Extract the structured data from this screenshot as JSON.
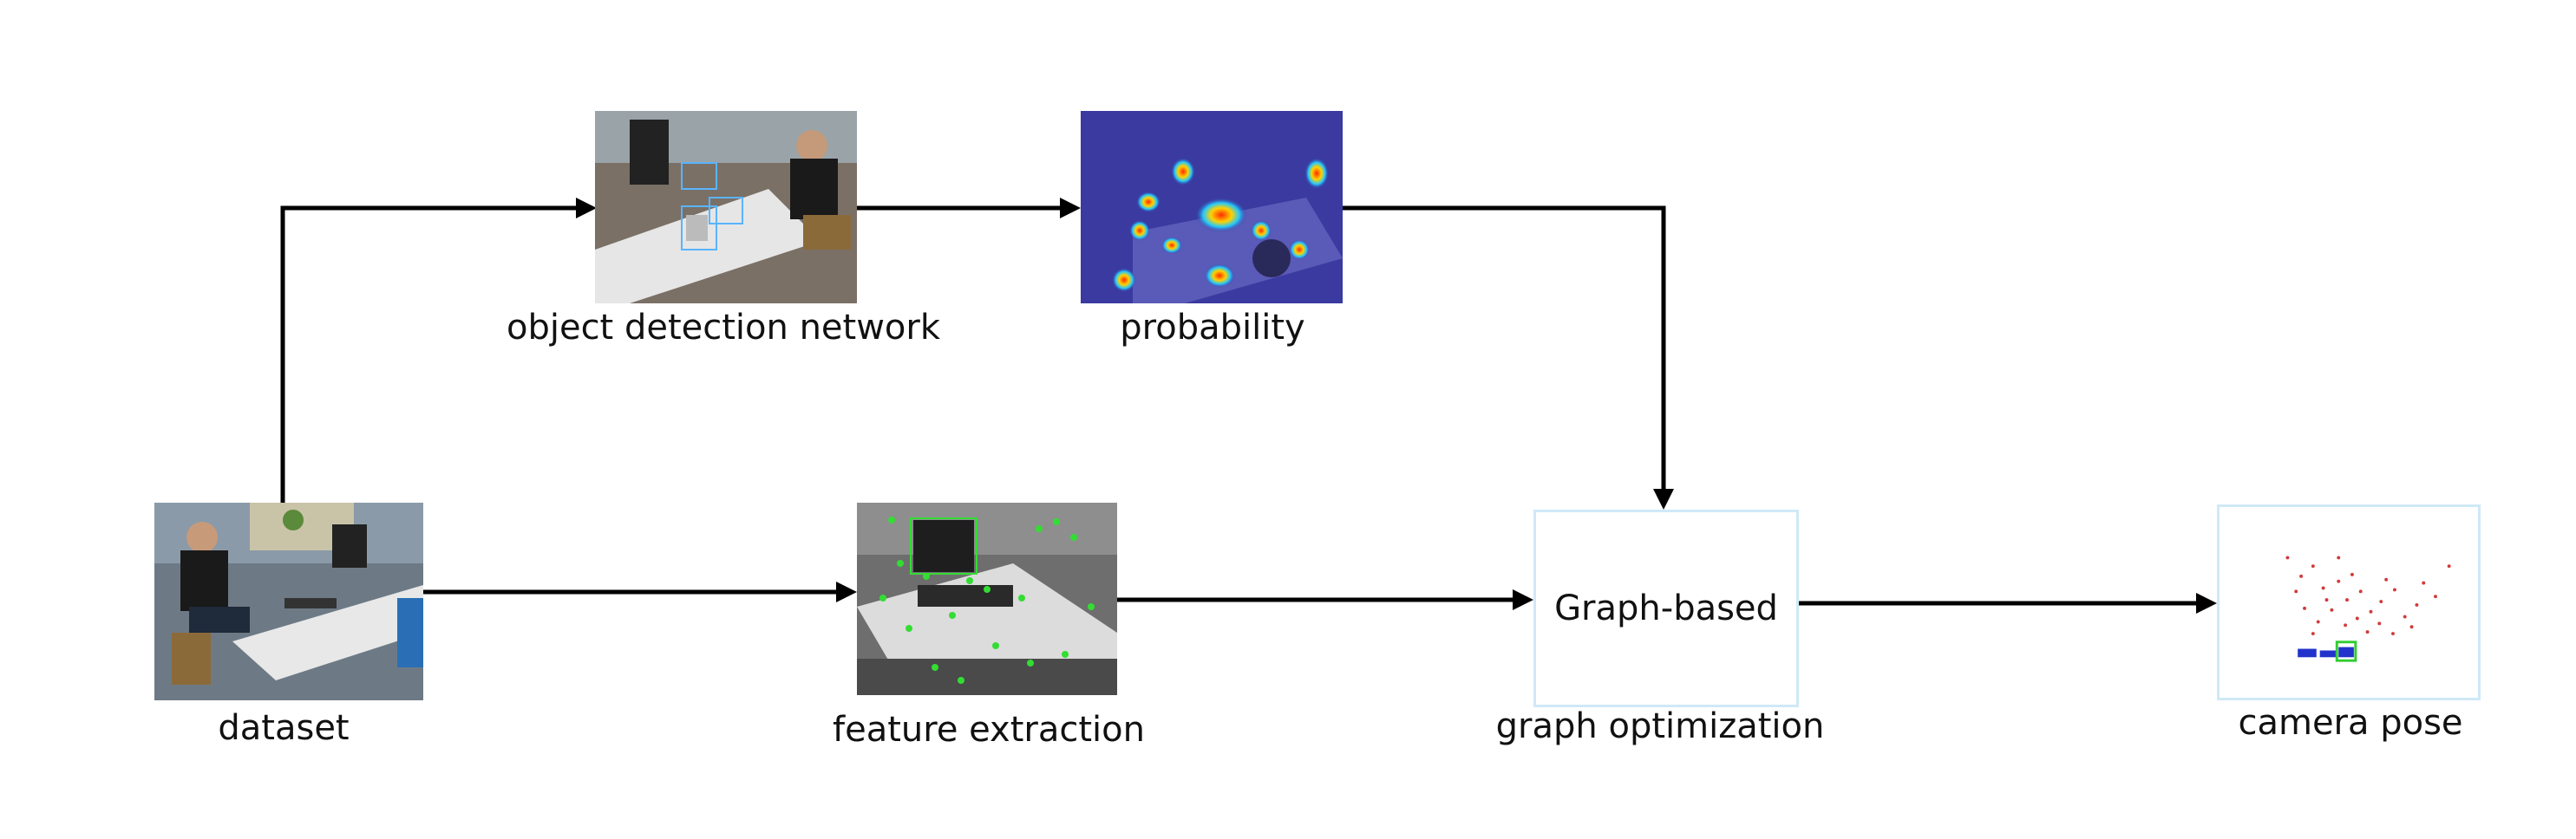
{
  "nodes": {
    "dataset": {
      "label": "dataset"
    },
    "object_detection": {
      "label": "object detection network"
    },
    "probability": {
      "label": "probability"
    },
    "feature_extraction": {
      "label": "feature extraction"
    },
    "graph_optimization": {
      "label": "graph optimization",
      "box_text": "Graph-based"
    },
    "camera_pose": {
      "label": "camera pose"
    }
  },
  "colors": {
    "arrow": "#000000",
    "box_border": "#cfe9f7",
    "heatmap_background": "#3a3aa0",
    "keypoint": "#33dd33",
    "detection_box": "#5ab4ff"
  }
}
